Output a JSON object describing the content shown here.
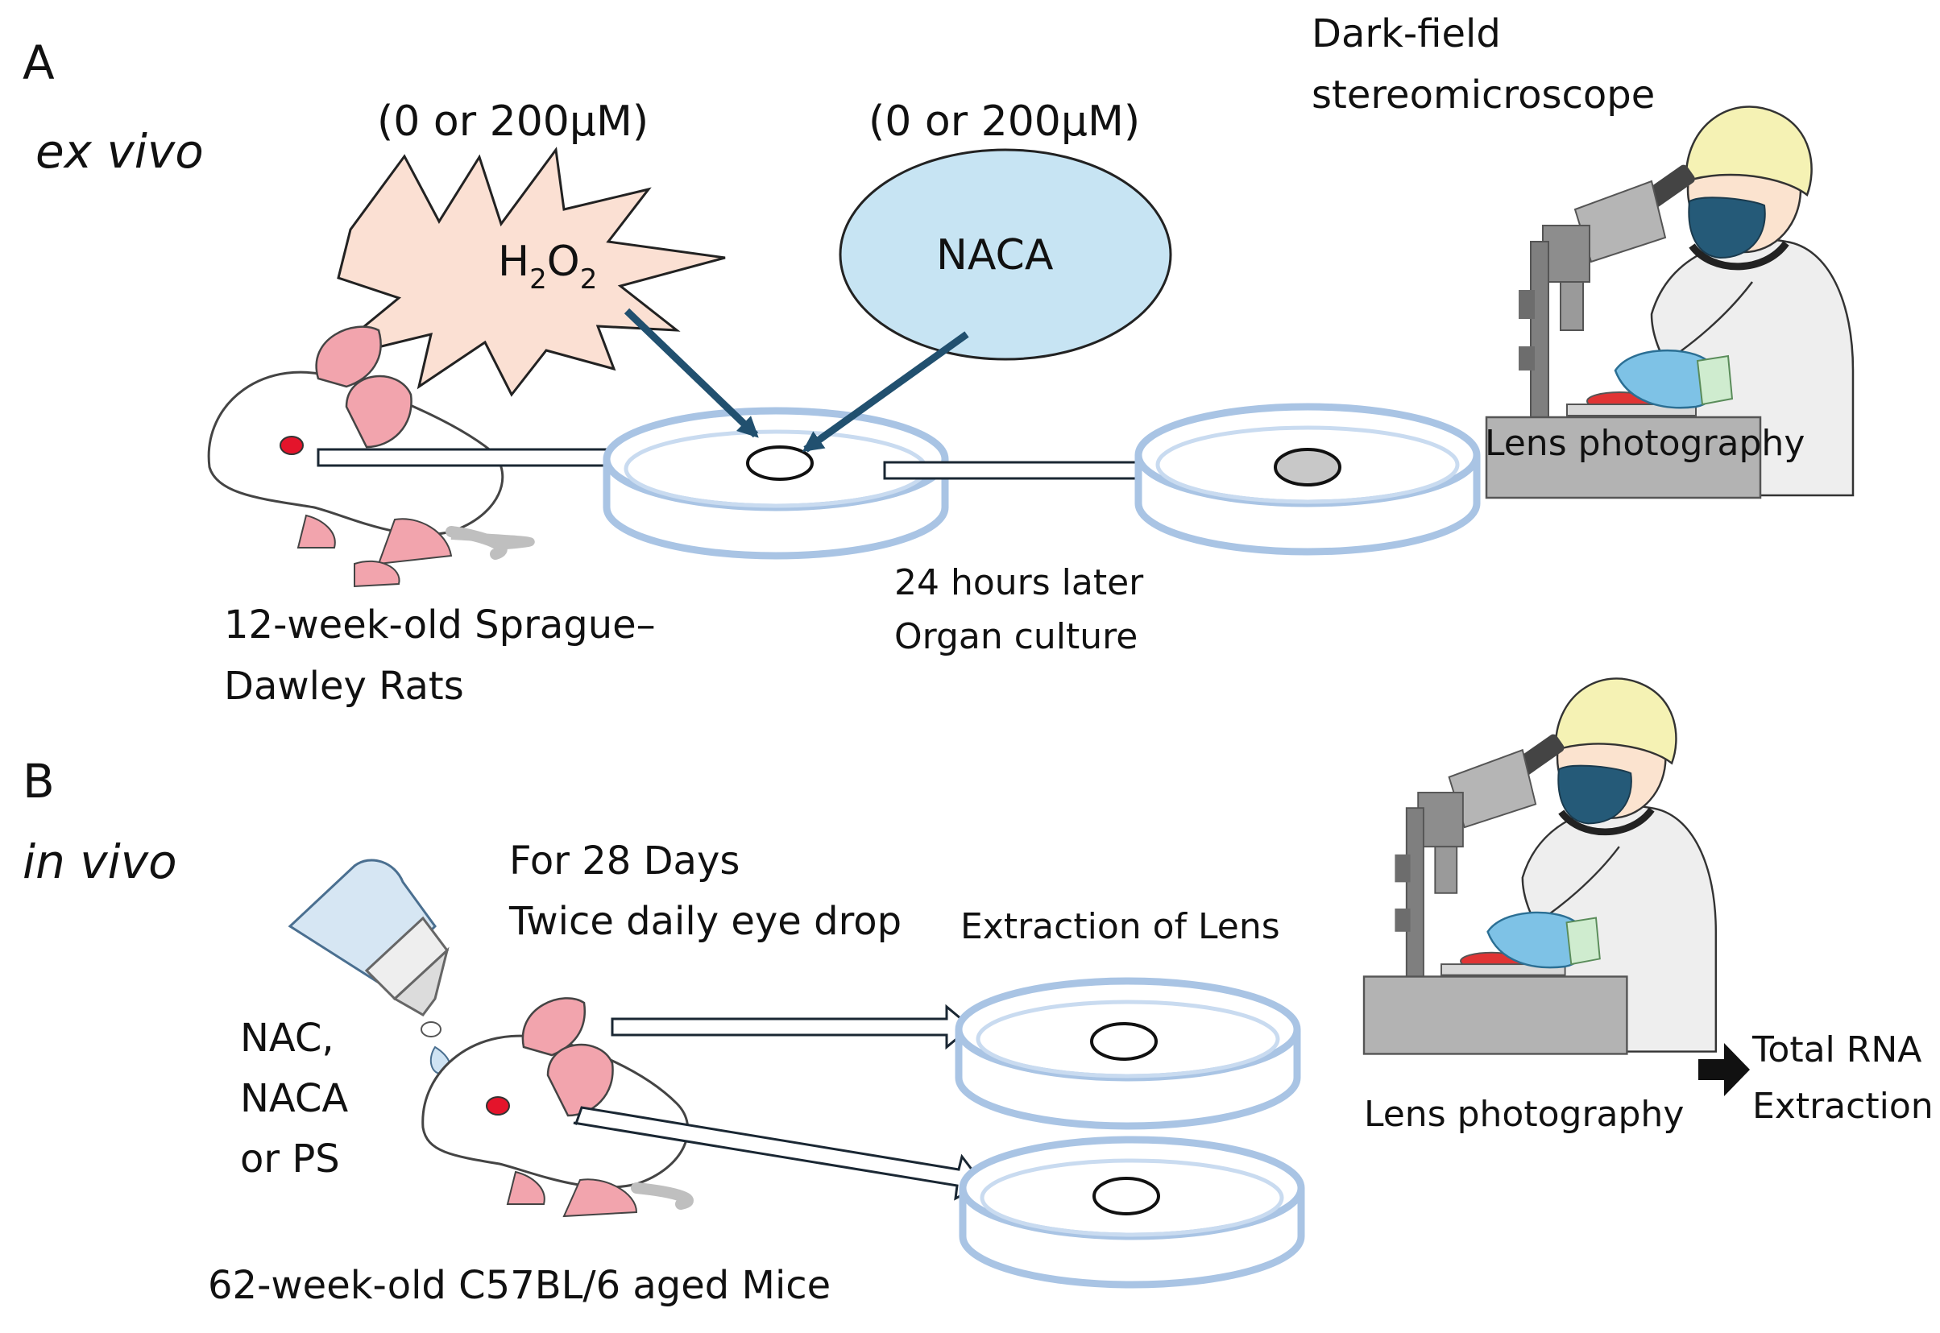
{
  "panel_a": {
    "letter": "A",
    "mode": "ex vivo",
    "h2o2_conc": "(0 or 200µM)",
    "h2o2_label": {
      "main1": "H",
      "sub1": "2",
      "main2": "O",
      "sub2": "2"
    },
    "naca_conc": "(0 or 200µM)",
    "naca_label": "NACA",
    "microscope_title_line1": "Dark-field",
    "microscope_title_line2": "stereomicroscope",
    "photo_label": "Lens photography",
    "animal_line1": "12-week-old Sprague–",
    "animal_line2": "Dawley  Rats",
    "culture_line1": "24 hours later",
    "culture_line2": "Organ culture"
  },
  "panel_b": {
    "letter": "B",
    "mode": "in vivo",
    "duration_line1": "For 28 Days",
    "duration_line2": "Twice daily eye drop",
    "extraction_label": "Extraction of Lens",
    "drugs_line1": "NAC,",
    "drugs_line2": "NACA",
    "drugs_line3": "or PS",
    "animal_label": "62-week-old C57BL/6 aged Mice",
    "photo_label": "Lens photography",
    "rna_line1": "Total RNA",
    "rna_line2": "Extraction"
  },
  "colors": {
    "h2o2_fill": "#fbe0d3",
    "naca_fill": "#c7e4f3",
    "dish_stroke": "#a9c4e4",
    "arrow_dark": "#21506f",
    "eye_red": "#e4142b",
    "ear_pink": "#f2a4ad",
    "hairnet": "#f5f2b4",
    "mask": "#255a78",
    "glove": "#7ec2e6"
  }
}
